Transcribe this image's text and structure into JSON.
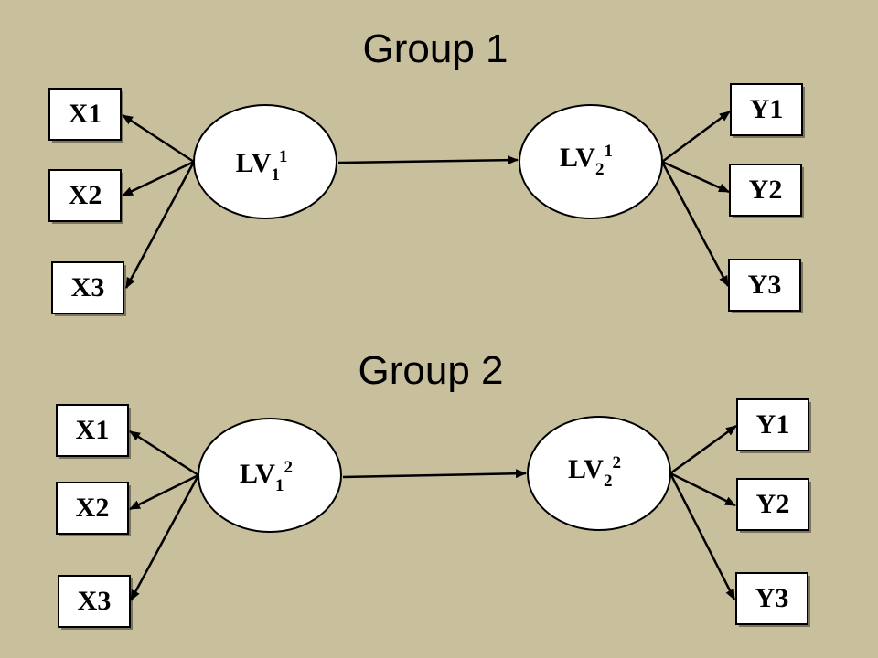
{
  "groups": [
    {
      "title": "Group 1",
      "indicators_x": [
        "X1",
        "X2",
        "X3"
      ],
      "indicators_y": [
        "Y1",
        "Y2",
        "Y3"
      ],
      "lv1": {
        "base": "LV",
        "subscript": "1",
        "superscript": "1"
      },
      "lv2": {
        "base": "LV",
        "subscript": "2",
        "superscript": "1"
      }
    },
    {
      "title": "Group 2",
      "indicators_x": [
        "X1",
        "X2",
        "X3"
      ],
      "indicators_y": [
        "Y1",
        "Y2",
        "Y3"
      ],
      "lv1": {
        "base": "LV",
        "subscript": "1",
        "superscript": "2"
      },
      "lv2": {
        "base": "LV",
        "subscript": "2",
        "superscript": "2"
      }
    }
  ],
  "colors": {
    "background": "#c8bf9c",
    "shape_fill": "#ffffff",
    "stroke": "#000000",
    "box_shadow": "#7a745e"
  }
}
